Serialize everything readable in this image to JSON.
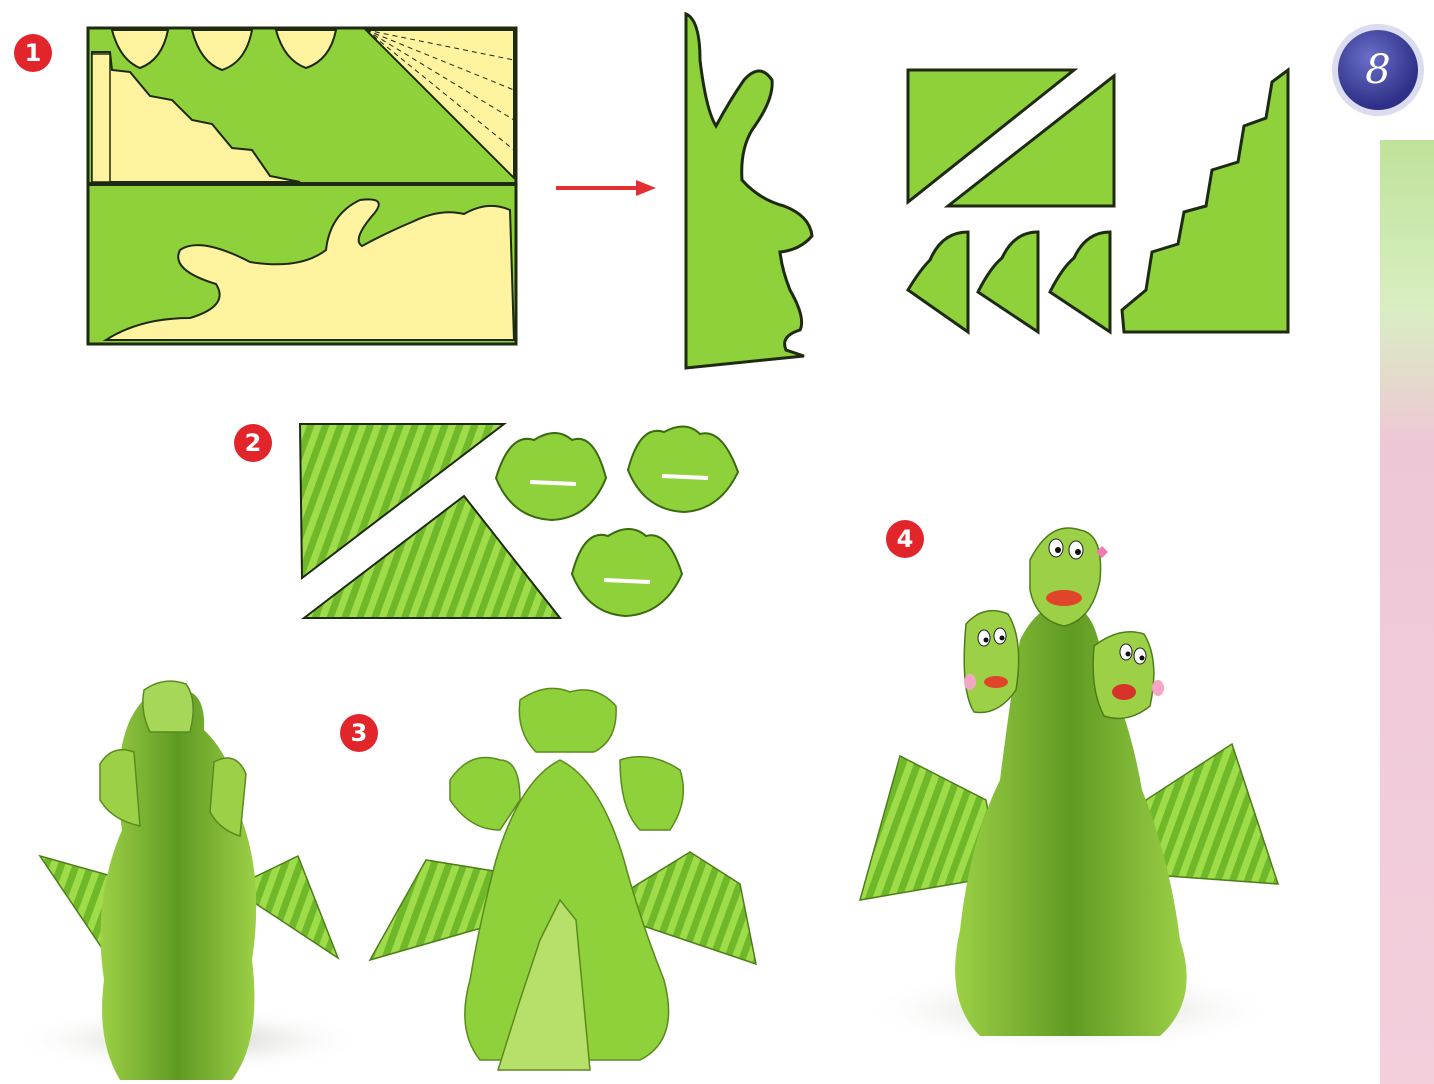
{
  "steps": {
    "step1": "1",
    "step2": "2",
    "step3": "3",
    "step4": "4"
  },
  "page_number": "8",
  "colors": {
    "green": "#8fd13a",
    "dark_green": "#5a9a1e",
    "yellow": "#fff3a0",
    "red_badge": "#e2252b",
    "arrow": "#e23030"
  }
}
